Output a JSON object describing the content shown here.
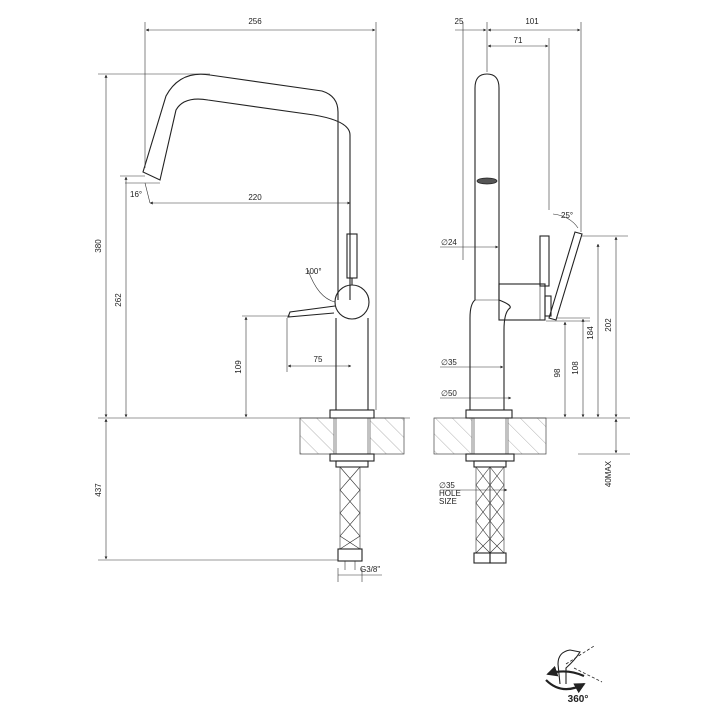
{
  "front_view": {
    "dims": {
      "overall_width": "256",
      "spout_reach": "220",
      "spout_angle": "16°",
      "total_height": "380",
      "spout_height": "262",
      "lever_angle": "100°",
      "lever_height": "109",
      "lever_offset": "75",
      "below_deck": "437",
      "connection": "G3/8\""
    }
  },
  "side_view": {
    "dims": {
      "top_offset": "25",
      "depth_total": "101",
      "depth_inner": "71",
      "lever_tilt": "25°",
      "spout_dia": "∅24",
      "body_dia": "∅35",
      "base_dia": "∅50",
      "hole_dia": "∅35",
      "hole_label_1": "HOLE",
      "hole_label_2": "SIZE",
      "h98": "98",
      "h108": "108",
      "h184": "184",
      "h202": "202",
      "deck_max": "40MAX"
    }
  },
  "rotation": {
    "label": "360°"
  },
  "colors": {
    "line": "#222222",
    "hatch": "#666666",
    "background": "#ffffff"
  }
}
